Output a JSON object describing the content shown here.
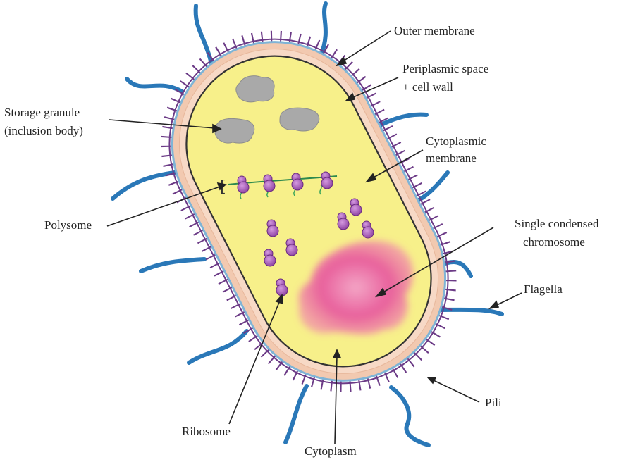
{
  "labels": {
    "outer_membrane": "Outer membrane",
    "periplasmic_1": "Periplasmic space",
    "periplasmic_2": "+ cell wall",
    "storage_1": "Storage granule",
    "storage_2": "(inclusion body)",
    "cytoplasmic_1": "Cytoplasmic",
    "cytoplasmic_2": "membrane",
    "polysome": "Polysome",
    "chromosome_1": "Single condensed",
    "chromosome_2": "chromosome",
    "flagella": "Flagella",
    "pili": "Pili",
    "ribosome": "Ribosome",
    "cytoplasm": "Cytoplasm"
  },
  "colors": {
    "cytoplasm": "#f7f08a",
    "periplasm": "#f2c9b0",
    "outer_membrane": "#7fb4d6",
    "pili": "#6b3a86",
    "flagella": "#2a78b8",
    "ribosome": "#9c4fb0",
    "chromosome": "#e8609c",
    "granule": "#a9a9a9",
    "mrna": "#2d8a4e"
  }
}
